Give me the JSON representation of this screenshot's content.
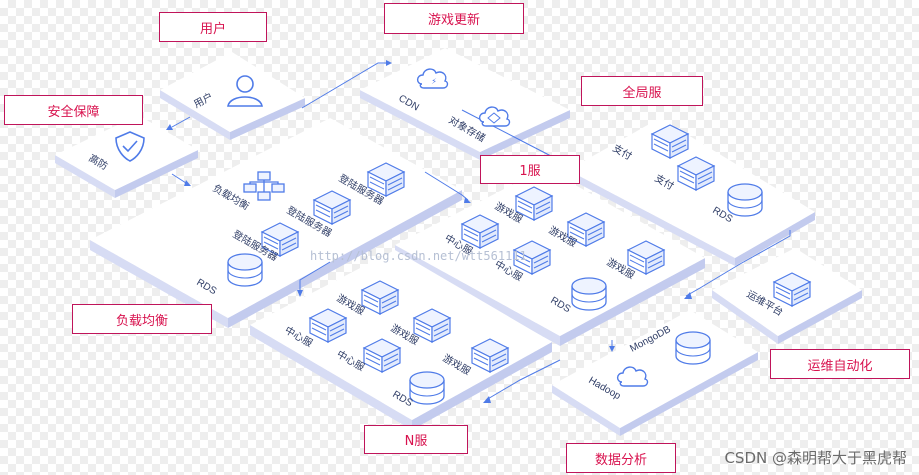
{
  "tags": {
    "user": "用户",
    "game_update": "游戏更新",
    "security": "安全保障",
    "global_server": "全局服",
    "server_1": "1服",
    "load_balance": "负载均衡",
    "server_n": "N服",
    "ops_automation": "运维自动化",
    "data_analysis": "数据分析"
  },
  "icons": {
    "user": "用户",
    "cdn": "CDN",
    "object_storage": "对象存储",
    "anti_ddos": "高防",
    "load_balancer": "负载均衡",
    "login_server": "登陆服务器",
    "pay": "支付",
    "rds": "RDS",
    "game_server": "游戏服",
    "center_server": "中心服",
    "ops_platform": "运维平台",
    "mongodb": "MongoDB",
    "hadoop": "Hadoop"
  },
  "watermark_url": "http://blog.csdn.net/wtt561111",
  "footer_watermark": "CSDN @森明帮大于黑虎帮",
  "colors": {
    "accent": "#4f7be8",
    "tag_text": "#d8124e",
    "tag_border": "#c0145a",
    "panel_top": "#ffffff",
    "panel_side": "#d7dcf4"
  }
}
